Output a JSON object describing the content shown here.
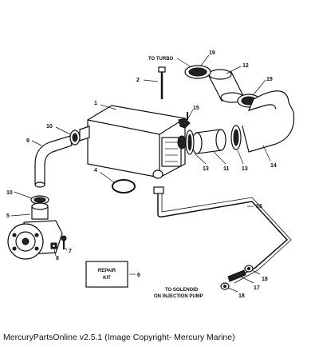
{
  "callouts": {
    "c1": "1",
    "c2": "2",
    "c4": "4",
    "c5": "5",
    "c6": "6",
    "c7": "7",
    "c8": "8",
    "c9": "9",
    "c10a": "10",
    "c10b": "10",
    "c11": "11",
    "c12": "12",
    "c13a": "13",
    "c13b": "13",
    "c14": "14",
    "c15": "15",
    "c16": "16",
    "c17": "17",
    "c18a": "18",
    "c18b": "18",
    "c19a": "19",
    "c19b": "19"
  },
  "labels": {
    "to_turbo": "TO TURBO",
    "repair_kit_line1": "REPAIR",
    "repair_kit_line2": "KIT",
    "to_solenoid_line1": "TO SOLENOID",
    "to_solenoid_line2": "ON INJECTION PUMP"
  },
  "caption": "MercuryPartsOnline v2.5.1 (Image Copyright- Mercury Marine)"
}
